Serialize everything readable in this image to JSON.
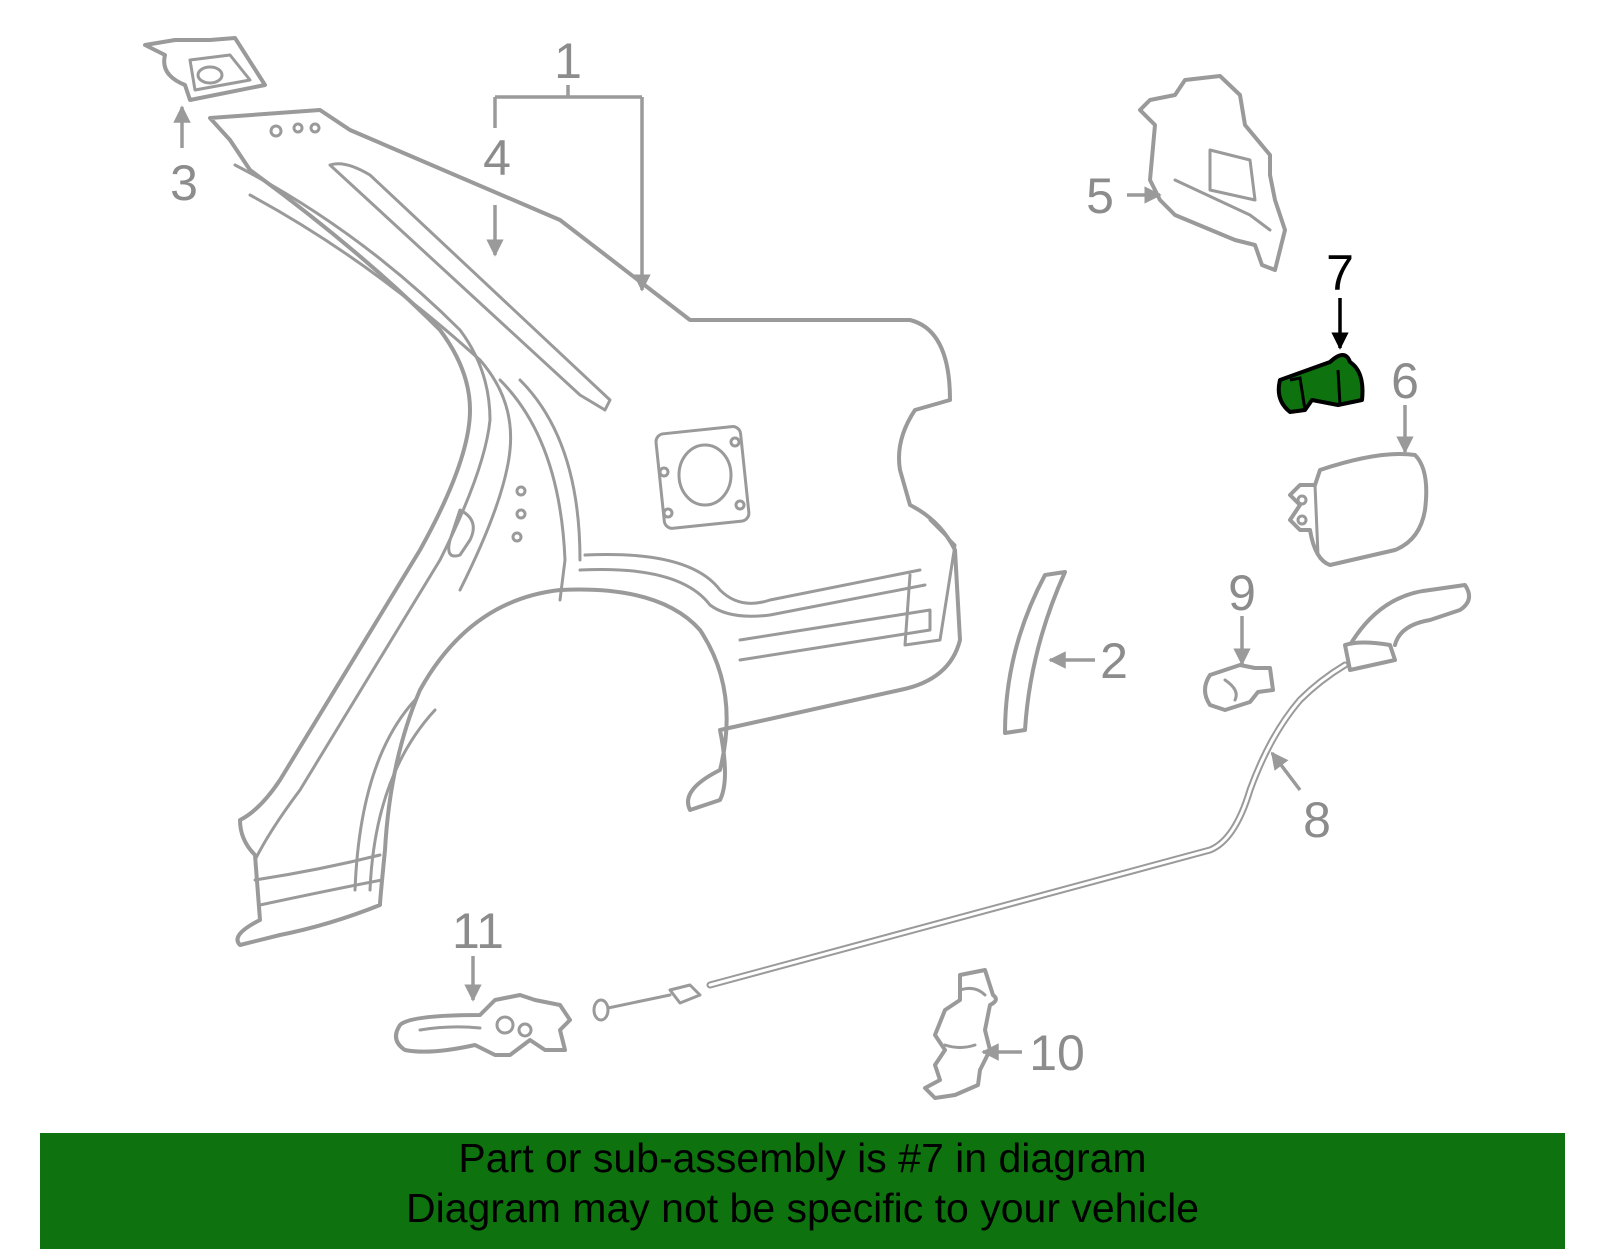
{
  "colors": {
    "highlight": "#0e730e",
    "part_outline": "#9a9a9a",
    "callout_text": "#8c8c8c",
    "highlight_callout": "#000000"
  },
  "callouts": [
    {
      "id": "1",
      "label": "1"
    },
    {
      "id": "2",
      "label": "2"
    },
    {
      "id": "3",
      "label": "3"
    },
    {
      "id": "4",
      "label": "4"
    },
    {
      "id": "5",
      "label": "5"
    },
    {
      "id": "6",
      "label": "6"
    },
    {
      "id": "7",
      "label": "7",
      "highlighted": true
    },
    {
      "id": "8",
      "label": "8"
    },
    {
      "id": "9",
      "label": "9"
    },
    {
      "id": "10",
      "label": "10"
    },
    {
      "id": "11",
      "label": "11"
    }
  ],
  "banner": {
    "line1": "Part or sub-assembly is #7 in diagram",
    "line2": "Diagram may not be specific to your vehicle"
  }
}
